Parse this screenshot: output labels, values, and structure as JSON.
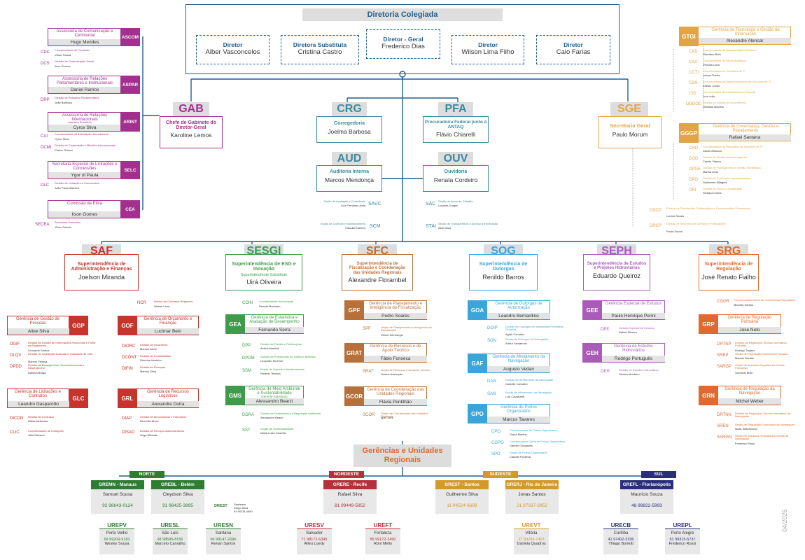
{
  "top": {
    "title": "Diretoria Colegiada",
    "directors": [
      {
        "role": "Diretor",
        "name": "Alber Vasconcelos"
      },
      {
        "role": "Diretora Substituta",
        "name": "Cristina Castro"
      },
      {
        "role": "Diretor - Geral",
        "name": "Frederico Dias"
      },
      {
        "role": "Diretor",
        "name": "Wilson Lima Filho"
      },
      {
        "role": "Diretor",
        "name": "Caio Farias"
      }
    ]
  },
  "left_units": [
    {
      "title": "Assessoria de Comunicação e Cerimonial",
      "acr": "ASCOM",
      "name": "Hugo Mendes",
      "subs": [
        {
          "acr": "CDC",
          "title": "Coordenadoria de Conteúdo",
          "name": "Vivian Sousa"
        },
        {
          "acr": "DCS",
          "title": "Divisão de Comunicação Social",
          "name": "Ilson Gomes"
        }
      ]
    },
    {
      "title": "Assessoria de Relações Parlamentares e Institucionais",
      "acr": "ASPAR",
      "name": "Daniel Ramos",
      "subs": [
        {
          "acr": "DRP",
          "title": "Divisão de Relações Parlamentares",
          "name": "João Barbosa"
        }
      ]
    },
    {
      "title": "Assessoria de Relações Internacionais",
      "extra": "Assessor Substituto",
      "acr": "ARINT",
      "name": "Cyrce Silva",
      "subs": [
        {
          "acr": "CAI",
          "title": "Coordenadoria de Articulação Internacional",
          "name": "Cyrce Silva"
        },
        {
          "acr": "DCMI",
          "title": "Divisão de Cooperação e Missões Internacionais",
          "name": "Clarice Solano"
        }
      ]
    },
    {
      "title": "Secretaria Especial de Licitações e Concessões",
      "acr": "SELC",
      "name": "Ygor di Paula",
      "subs": [
        {
          "acr": "DLC",
          "title": "Divisão de Licitações e Concessões",
          "name": "João Paulo Barbieri"
        }
      ]
    },
    {
      "title": "Comissão de Ética",
      "acr": "CEA",
      "name": "Ilson Gomes",
      "subs": [
        {
          "acr": "SECEA",
          "title": "Secretaria-Executiva",
          "name": "Victor Soboia"
        }
      ]
    }
  ],
  "gab": {
    "acr": "GAB",
    "title": "Chefe de Gabinete do Diretor-Geral",
    "name": "Karoline Lemos"
  },
  "crg": {
    "acr": "CRG",
    "title": "Corregedoria",
    "name": "Joelma Barbosa"
  },
  "pfa": {
    "acr": "PFA",
    "title": "Procuradoria Federal junto à ANTAQ",
    "name": "Flávio Chiarelli"
  },
  "aud": {
    "acr": "AUD",
    "title": "Auditoria Interna",
    "name": "Marcos Mendonça",
    "subs": [
      {
        "acr": "SAVC",
        "title": "Seção de Avaliação e Consultoria",
        "name": "Luiz Fernando Avila"
      },
      {
        "acr": "SCM",
        "title": "Seção de Controle e Monitoramento",
        "name": "Cláudia Esteves"
      }
    ]
  },
  "ouv": {
    "acr": "OUV",
    "title": "Ouvidoria",
    "name": "Renata Cordeiro",
    "subs": [
      {
        "acr": "SAC",
        "title": "Seção de Apoio ao Cidadão",
        "name": "Lourdes Gurgel"
      },
      {
        "acr": "STAI",
        "title": "Seção de Transparência e Acesso à Informação",
        "name": "Alan Silva"
      }
    ]
  },
  "sge": {
    "acr": "SGE",
    "title": "Secretaria Geral",
    "name": "Paulo Morum",
    "extras": [
      {
        "acr": "DDCP",
        "title": "Divisão de Distribuição, Deliberações e Comunicações Processuais",
        "name": "Lorena Souza"
      },
      {
        "acr": "DRCP",
        "title": "Divisão de Reuniões de Diretoria e Publicações",
        "name": "Paula Souza"
      }
    ]
  },
  "gtgi": {
    "acr": "GTGI",
    "title": "Gerência de Tecnologia e Gestão da Informação",
    "name": "Alexandre Alencar",
    "subs": [
      {
        "acr": "CAD",
        "title": "Coordenadoria de Administração de Dados",
        "name": "Glordano Brito"
      },
      {
        "acr": "CAA",
        "title": "Coordenadoria de Ativos Analíticos",
        "name": "Vinícius Lima"
      },
      {
        "acr": "CCTI",
        "title": "Coordenadoria de Contratos de TI",
        "name": "Letícia Theiss"
      },
      {
        "acr": "CDS",
        "title": "Coordenadoria de Desenvolvimento de Soluções de TI",
        "name": "Edésio Júnior"
      },
      {
        "acr": "CIS",
        "title": "Coordenadoria de Infraestrutura e Suporte",
        "name": "Luiz Leão"
      },
      {
        "acr": "DGDOC",
        "title": "Divisão de Gestão de Documentos",
        "name": "Vanessa Botelho"
      }
    ]
  },
  "gggp": {
    "acr": "GGGP",
    "title": "Gerência de Governança, Gestão e Planejamento",
    "name": "Rafael Santana",
    "subs": [
      {
        "acr": "CRO",
        "title": "Coordenadoria de Requisitos de Soluções de TI",
        "name": "Daniel Almeida"
      },
      {
        "acr": "DGD",
        "title": "Divisão de Gestão de Desempenho",
        "name": "Cassio Vianna"
      },
      {
        "acr": "DPGE",
        "title": "Divisão de Planejamento e Gestão Estratégica",
        "name": "Marília Lima"
      },
      {
        "acr": "DPO",
        "title": "Divisão de Processos Organizacionais",
        "name": "Guilherme Milagres"
      },
      {
        "acr": "DRI",
        "title": "Divisão de Riscos e Integridade",
        "name": "Richard Cortes"
      }
    ]
  },
  "saf": {
    "acr": "SAF",
    "title": "Superintendência de Administração e Finanças",
    "name": "Joelson Miranda",
    "ncr": {
      "acr": "NCR",
      "title": "Núcleo de Contratos Regionais",
      "name": "Walmir Lima"
    },
    "ggp": {
      "acr": "GGP",
      "title": "Gerência de Gestão de Pessoas",
      "name": "Aline Silva",
      "subs": [
        {
          "acr": "DGIF",
          "title": "Divisão de Gestão de Informações Funcionais e Folha de Pagamento",
          "name": "Leonardo Santos"
        },
        {
          "acr": "DLQV",
          "title": "Divisão de Legislação Aplicada e Qualidade de Vida",
          "name": "Marcos Feitosa"
        },
        {
          "acr": "DPDD",
          "title": "Divisão de Planejamento, Desenvolvimento e Desempenho",
          "name": "Daniela Braga"
        }
      ]
    },
    "gof": {
      "acr": "GOF",
      "title": "Gerência de Orçamento e Finanças",
      "name": "Lucimar Belo",
      "subs": [
        {
          "acr": "DIORC",
          "title": "Divisão de Orçamento",
          "name": "Marcos Alexe"
        },
        {
          "acr": "DCONT",
          "title": "Divisão de Contabilidade",
          "name": "Roberta Monteiro"
        },
        {
          "acr": "DIFIN",
          "title": "Divisão de Finanças",
          "name": "Marcos Silva"
        }
      ]
    },
    "glc": {
      "acr": "GLC",
      "title": "Gerência de Licitações e Contratos",
      "name": "Leandro Gasparotto",
      "subs": [
        {
          "acr": "DICON",
          "title": "Divisão de Contratos",
          "name": "Núbia Alcântara"
        },
        {
          "acr": "CLIC",
          "title": "Coordenadoria de Licitações",
          "name": "Júlia Macena"
        }
      ]
    },
    "grl": {
      "acr": "GRL",
      "title": "Gerência de Recursos Logísticos",
      "name": "Alexandre Dutra",
      "subs": [
        {
          "acr": "DIAP",
          "title": "Divisão de Almoxarifado e Patrimônio",
          "name": "Benedito Alves"
        },
        {
          "acr": "DISAD",
          "title": "Divisão de Serviços Administrativos",
          "name": "Hugo Miranda"
        }
      ]
    }
  },
  "sesgi": {
    "acr": "SESGI",
    "title": "Superintendência de ESG e Inovação",
    "subtitle": "Superintendente Substituto",
    "name": "Uirá Oliveira",
    "coin": {
      "acr": "COIN",
      "title": "Coordenadoria de Inovação",
      "name": "Renata Machado"
    },
    "gea": {
      "acr": "GEA",
      "title": "Gerência de Estatística e Avaliação de Desempenho",
      "name": "Fernando Serra",
      "subs": [
        {
          "acr": "DPP",
          "title": "Divisão de Painéis e Publicações",
          "name": "Aníbal Almeida"
        },
        {
          "acr": "DPDM",
          "title": "Divisão de Prospecção de Dados e Modelos",
          "name": "Leopoldo Kirchner"
        },
        {
          "acr": "SSM",
          "title": "Seção de Suporte e Monitoramento",
          "name": "Ricardo Teixeira"
        }
      ]
    },
    "gms": {
      "acr": "GMS",
      "title": "Gerência de Meio Ambiente e Sustentabilidade",
      "subtitle": "Gerente Substituto",
      "name": "Alessandro Bearzi",
      "subs": [
        {
          "acr": "DDRA",
          "title": "Divisão de Desempenho e Regulação Ambiental",
          "name": "Alessandro Bearzi"
        },
        {
          "acr": "SST",
          "title": "Seção de Sustentabilidade",
          "name": "Maria Luiza Gusmão"
        }
      ]
    }
  },
  "sfc": {
    "acr": "SFC",
    "title": "Superintendência de Fiscalização e Coordenação das Unidades Regionais",
    "name": "Alexandre Florambel",
    "gpf": {
      "acr": "GPF",
      "title": "Gerência de Planejamento e Inteligência da Fiscalização",
      "name": "Pedro Soares",
      "subs": [
        {
          "acr": "SPF",
          "title": "Seção de Planejamento e Inteligência da Fiscalização",
          "name": "Victor Heimburger"
        }
      ]
    },
    "grat": {
      "acr": "GRAT",
      "title": "Gerência de Recursos e de Apoio Técnico",
      "name": "Fábio Fonseca",
      "subs": [
        {
          "acr": "SRAT",
          "title": "Seção de Recursos e de Apoio Técnico",
          "name": "Osiane Assunção"
        }
      ]
    },
    "gcor": {
      "acr": "GCOR",
      "title": "Gerência de Coordenação das Unidades Regionais",
      "name": "Flávia Pontilhão",
      "subs": [
        {
          "acr": "SCOR",
          "title": "Seção de Coordenação das Unidades Regionais",
          "name": "Igor Góes"
        }
      ]
    }
  },
  "sog": {
    "acr": "SOG",
    "title": "Superintendência de Outorgas",
    "name": "Renildo Barros",
    "goa": {
      "acr": "GOA",
      "title": "Gerência de Outorgas de Autorização",
      "name": "Leandro Bernardino",
      "subs": [
        {
          "acr": "DOIP",
          "title": "Divisão de Outorgas de Instalações Portuárias Privadas",
          "name": "Aglair Carvalho"
        },
        {
          "acr": "SON",
          "title": "Seção de Outorgas da Navegação",
          "name": "Arthur Yamamoto"
        }
      ]
    },
    "gaf": {
      "acr": "GAF",
      "title": "Gerência de Afretamento da Navegação",
      "name": "Augusto Vedan",
      "subs": [
        {
          "acr": "DAN",
          "title": "Divisão de Afretamento da Navegação",
          "name": "Danielle Carvalho"
        },
        {
          "acr": "SAN",
          "title": "Seção de Afretamento da Navegação",
          "name": "Luiz Cavalcanti"
        }
      ]
    },
    "gpo": {
      "acr": "GPO",
      "title": "Gerência de Portos Organizados",
      "name": "Marcus Tavares",
      "subs": [
        {
          "acr": "CPO",
          "title": "Coordenadoria de Portos Organizados",
          "name": "Diana Martins"
        },
        {
          "acr": "CGPO",
          "title": "Coordenadoria-Geral de Portos Organizados",
          "name": "Gabriel Gonçalves"
        },
        {
          "acr": "SPO",
          "title": "Seção de Portos Organizados",
          "name": "Cláudia Fonseca"
        }
      ]
    }
  },
  "seph": {
    "acr": "SEPH",
    "title": "Superintendência de Estudos e Projetos Hidroviários",
    "name": "Eduardo Queiroz",
    "gee": {
      "acr": "GEE",
      "title": "Gerência Especial de Estudos",
      "name": "Paulo Henrique Penni",
      "subs": [
        {
          "acr": "DEE",
          "title": "Divisão Especial de Estudos",
          "name": "Rafael Silveira"
        }
      ]
    },
    "geh": {
      "acr": "GEH",
      "title": "Gerência de Estudos Hidroviários",
      "name": "Rodrigo Português",
      "subs": [
        {
          "acr": "DEH",
          "title": "Divisão de Estudos Hidroviários",
          "name": "Sandro Monteiro"
        }
      ]
    }
  },
  "srg": {
    "acr": "SRG",
    "title": "Superintendência de Regulação",
    "name": "José Renato Fialho",
    "cggr": {
      "acr": "CGGR",
      "title": "Coordenadoria-Geral de Governança Regulatória",
      "name": "Michelly Santos"
    },
    "grp": {
      "acr": "GRP",
      "title": "Gerência de Regulação Portuária",
      "name": "José Neto",
      "subs": [
        {
          "acr": "DRTNP",
          "title": "Divisão de Regulação Técnico-Normativa Portuária",
          "name": "Rodrigo Trajano"
        },
        {
          "acr": "SREP",
          "title": "Seção de Regulação Econômica Portuária",
          "name": "Marcos Dantas"
        },
        {
          "acr": "SARGP",
          "title": "Seção de Assuntos Regulatórios Gerais Portuários",
          "name": "Geórmar Brito"
        }
      ]
    },
    "grn": {
      "acr": "GRN",
      "title": "Gerência de Regulação da Navegação",
      "name": "Michel Weber",
      "subs": [
        {
          "acr": "DRTNN",
          "title": "Divisão de Regulação Técnico-Normativa da Navegação",
          "name": ""
        },
        {
          "acr": "SREN",
          "title": "Seção de Regulação Econômica da Navegação",
          "name": "Isaac Nascimento"
        },
        {
          "acr": "SARGN",
          "title": "Seção de Assuntos Regulatórios Gerais da Navegação",
          "name": "Frederico Rossi"
        }
      ]
    }
  },
  "regional": {
    "title": "Gerências e Unidades Regionais",
    "regions": [
      "NORTE",
      "NORDESTE",
      "SUDESTE",
      "SUL"
    ],
    "managers": [
      {
        "acr": "GREMN - Manaus",
        "name": "Samuel Sousa",
        "phone": "92 98643-0124"
      },
      {
        "acr": "GREBL - Belém",
        "name": "Cleydson Silva",
        "phone": "91 98425-3895"
      },
      {
        "acr": "GRERE - Recife",
        "name": "Rafael Silva",
        "phone": "81 99449-5952"
      },
      {
        "acr": "GREST - Santos",
        "name": "Guilherme Silva",
        "phone": "11 94524-6699"
      },
      {
        "acr": "GRERJ - Rio de Janeiro",
        "name": "Jonas Santos",
        "phone": "21 97337-3952"
      },
      {
        "acr": "GREFL - Florianópolis",
        "name": "Maurício Souza",
        "phone": "48 98822-5993"
      }
    ],
    "drest": {
      "acr": "DREST",
      "place": "Santarém",
      "name": "Diogo Silva",
      "phone": "93 99118-4590"
    },
    "units": [
      {
        "acr": "UREPV",
        "place": "Porto Velho",
        "phone": "69 99209-9183",
        "name": "Wesley Sousa"
      },
      {
        "acr": "URESL",
        "place": "São Luís",
        "phone": "98 98595-8156",
        "name": "Marcelo Carvalho"
      },
      {
        "acr": "URESN",
        "place": "Santana",
        "phone": "96 99147-2096",
        "name": "Renan Santos"
      },
      {
        "acr": "URESV",
        "place": "Salvador",
        "phone": "71 98172-6345",
        "name": "Alfeu Luedy"
      },
      {
        "acr": "UREFT",
        "place": "Fortaleza",
        "phone": "85 99172-2490",
        "name": "Roni Mello"
      },
      {
        "acr": "UREVT",
        "place": "Vitória",
        "phone": "27 99294-7453",
        "name": "Daniela Quadros"
      },
      {
        "acr": "URECB",
        "place": "Curitiba",
        "phone": "41 97402-3336",
        "name": "Thiago Bonetti"
      },
      {
        "acr": "UREPL",
        "place": "Porto Alegre",
        "phone": "51 99315-5737",
        "name": "Frederico Rossi"
      }
    ]
  },
  "footer": {
    "date": "04/2026"
  },
  "colors": {
    "blue": "#1f5f8e",
    "magenta": "#a3308f",
    "teal": "#3a8a9e",
    "orange": "#e3a445",
    "red": "#c8332b",
    "green": "#3f9a4a",
    "brown": "#b8703a",
    "sky": "#3aa5d8",
    "purple": "#a95bb8",
    "ored": "#e06a2c",
    "maroon": "#b5303a",
    "dgreen": "#2e7d32",
    "navy": "#2b2e7a",
    "gold": "#d39a2a"
  }
}
